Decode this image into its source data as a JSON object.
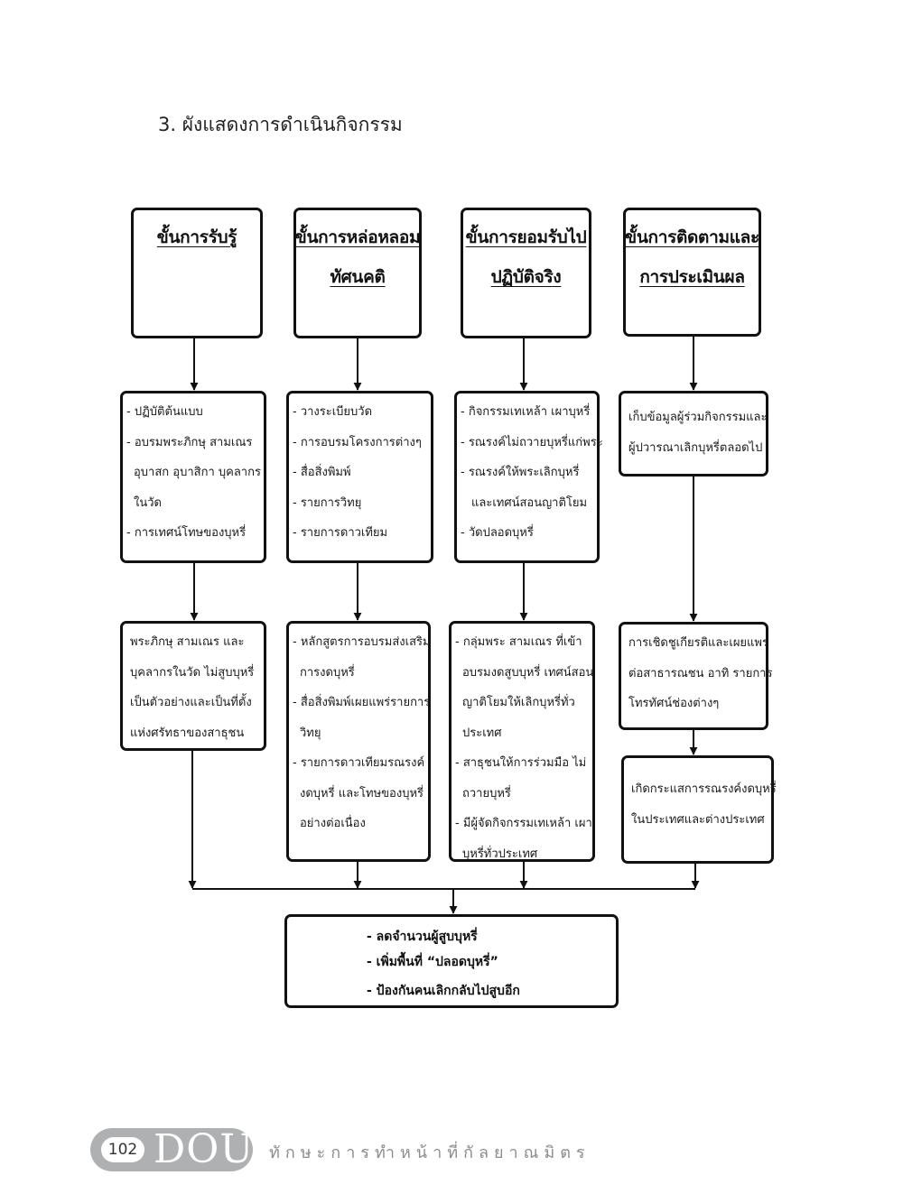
{
  "heading": "3. ผังแสดงการดำเนินกิจกรรม",
  "columns": [
    {
      "title": [
        "ขั้นการรับรู้"
      ],
      "activities": [
        "- ปฏิบัติต้นแบบ",
        "- อบรมพระภิกษุ สามเณร",
        "อุบาสก อุบาสิกา  บุคลากร",
        "ในวัด",
        "- การเทศน์โทษของบุหรี่"
      ],
      "outcomes": [
        "พระภิกษุ สามเณร และ",
        "บุคลากรในวัด ไม่สูบบุหรี่",
        "เป็นตัวอย่างและเป็นที่ตั้ง",
        "แห่งศรัทธาของสาธุชน"
      ]
    },
    {
      "title": [
        "ขั้นการหล่อหลอม",
        "ทัศนคติ"
      ],
      "activities": [
        "- วางระเบียบวัด",
        "- การอบรมโครงการต่างๆ",
        "- สื่อสิ่งพิมพ์",
        "- รายการวิทยุ",
        "- รายการดาวเทียม"
      ],
      "outcomes": [
        "- หลักสูตรการอบรมส่งเสริม",
        "การงดบุหรี่",
        "- สื่อสิ่งพิมพ์เผยแพร่รายการ",
        "วิทยุ",
        "- รายการดาวเทียมรณรงค์",
        "งดบุหรี่ และโทษของบุหรี่",
        "อย่างต่อเนื่อง"
      ]
    },
    {
      "title": [
        "ขั้นการยอมรับไป",
        "ปฏิบัติจริง"
      ],
      "activities": [
        "- กิจกรรมเทเหล้า เผาบุหรี่",
        "- รณรงค์ไม่ถวายบุหรี่แก่พระ",
        "- รณรงค์ให้พระเลิกบุหรี่",
        "และเทศน์สอนญาติโยม",
        "- วัดปลอดบุหรี่"
      ],
      "outcomes": [
        "- กลุ่มพระ สามเณร ที่เข้า",
        "อบรมงดสูบบุหรี่ เทศน์สอน",
        "ญาติโยมให้เลิกบุหรี่ทั่ว",
        "ประเทศ",
        "- สาธุชนให้การร่วมมือ ไม่",
        "ถวายบุหรี่",
        "- มีผู้จัดกิจกรรมเทเหล้า เผา",
        "บุหรี่ทั่วประเทศ"
      ]
    },
    {
      "title": [
        "ขั้นการติดตามและ",
        "การประเมินผล"
      ],
      "activities": [
        "เก็บข้อมูลผู้ร่วมกิจกรรมและ",
        "ผู้ปวารณาเลิกบุหรี่ตลอดไป"
      ],
      "outcomes": [
        "การเชิดชูเกียรติและเผยแพร่",
        "ต่อสาธารณชน อาทิ รายการ",
        "โทรทัศน์ช่องต่างๆ"
      ],
      "extra": [
        "เกิดกระแสการรณรงค์งดบุหรี่",
        "ในประเทศและต่างประเทศ"
      ]
    }
  ],
  "final": [
    "- ลดจำนวนผู้สูบบุหรี่",
    "- เพิ่มพื้นที่ “ปลอดบุหรี่”",
    "- ป้องกันคนเลิกกลับไปสูบอีก"
  ],
  "footer": {
    "page_number": "102",
    "logo": "DOU",
    "title": "ทักษะการทำหน้าที่กัลยาณมิตร"
  }
}
